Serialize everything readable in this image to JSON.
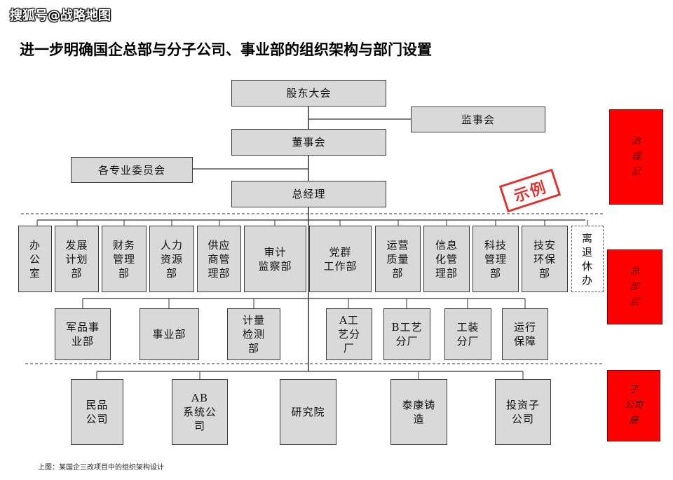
{
  "watermark": "搜狐号@战略地图",
  "title": "进一步明确国企总部与分子公司、事业部的组织架构与部门设置",
  "stamp": "示例",
  "caption": "上图：某国企三改项目中的组织架构设计",
  "governance": {
    "shareholders": "股东大会",
    "supervisory": "监事会",
    "board": "董事会",
    "committees": "各专业委员会",
    "gm": "总经理"
  },
  "departments": [
    "办\n公\n室",
    "发展\n计划\n部",
    "财务\n管理\n部",
    "人力\n资源\n部",
    "供应\n商管\n理部",
    "审计\n监察部",
    "党群\n工作部",
    "运营\n质量\n部",
    "信息\n化管\n理部",
    "科技\n管理\n部",
    "技安\n环保\n部",
    "离\n退\n休\n办"
  ],
  "business_units": [
    "军品事\n业部",
    "事业部",
    "计量\n检测\n部",
    "A工\n艺分\n厂",
    "B工艺\n分厂",
    "工装\n分厂",
    "运行\n保障"
  ],
  "subsidiaries": [
    "民品\n公司",
    "AB\n系统公\n司",
    "研究院",
    "泰康铸\n造",
    "投资子\n公司"
  ],
  "layers": {
    "governance": "治\n理\n层",
    "hq": "总\n部\n层",
    "subsidiary": "子\n公司\n层"
  },
  "colors": {
    "box_fill": "#d9d9d9",
    "layer_fill": "#ff0000",
    "stamp": "#d42020"
  }
}
